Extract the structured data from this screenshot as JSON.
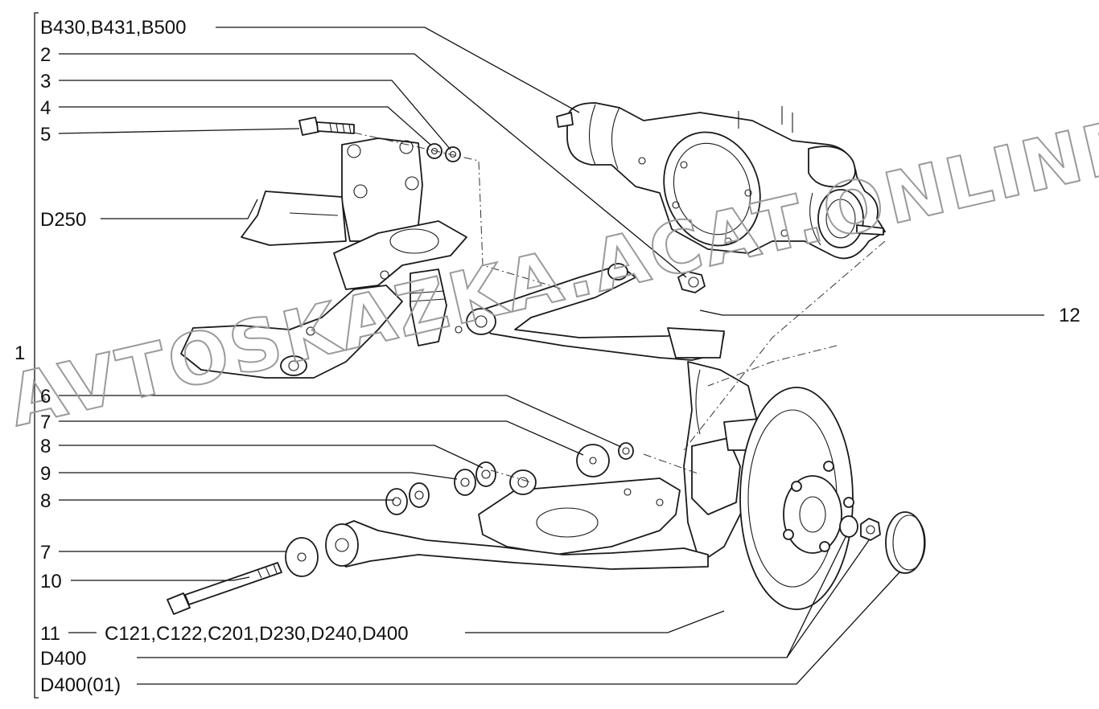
{
  "callouts": {
    "b430": "B430,B431,B500",
    "n2": "2",
    "n3": "3",
    "n4": "4",
    "n5": "5",
    "d250": "D250",
    "n1": "1",
    "n12": "12",
    "n6": "6",
    "n7a": "7",
    "n8a": "8",
    "n9": "9",
    "n8b": "8",
    "n7b": "7",
    "n10": "10",
    "n11": "11",
    "c121": "C121,C122,C201,D230,D240,D400",
    "d400": "D400",
    "d400_01": "D400(01)"
  },
  "watermark": "AVTOSKAZKA.ACAT.ONLINE"
}
